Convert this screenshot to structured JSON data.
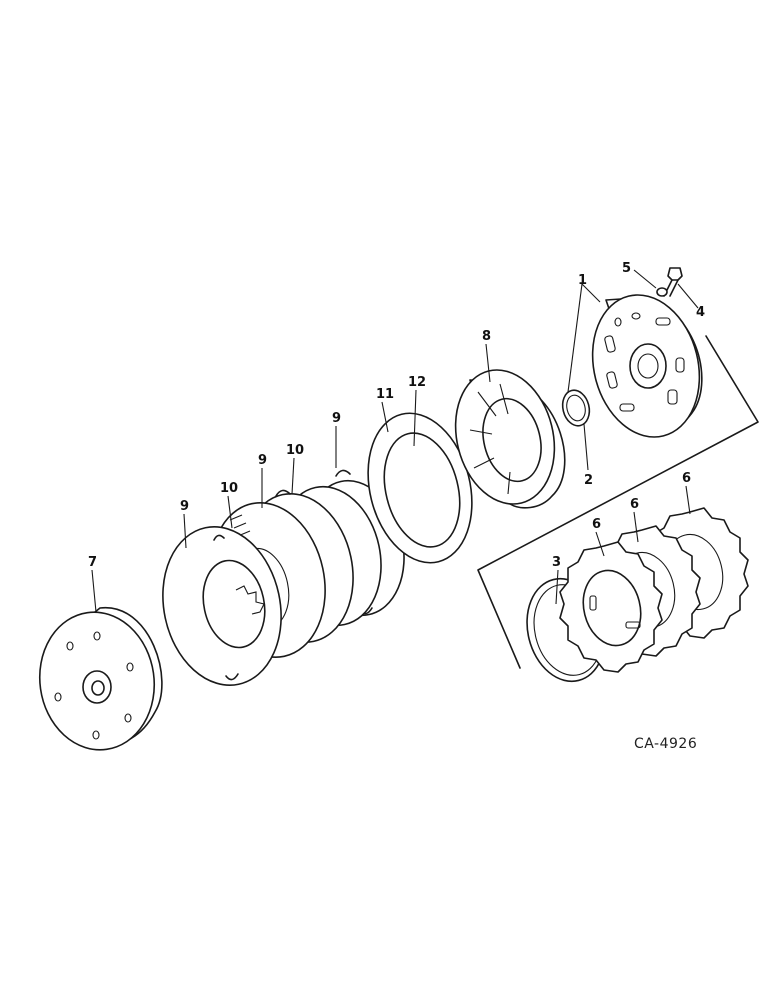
{
  "diagram": {
    "reference_code": "CA-4926",
    "callouts": {
      "c1": "1",
      "c2": "2",
      "c3": "3",
      "c4": "4",
      "c5": "5",
      "c6a": "6",
      "c6b": "6",
      "c6c": "6",
      "c7": "7",
      "c8": "8",
      "c9a": "9",
      "c9b": "9",
      "c9c": "9",
      "c10a": "10",
      "c10b": "10",
      "c11": "11",
      "c12": "12"
    }
  }
}
